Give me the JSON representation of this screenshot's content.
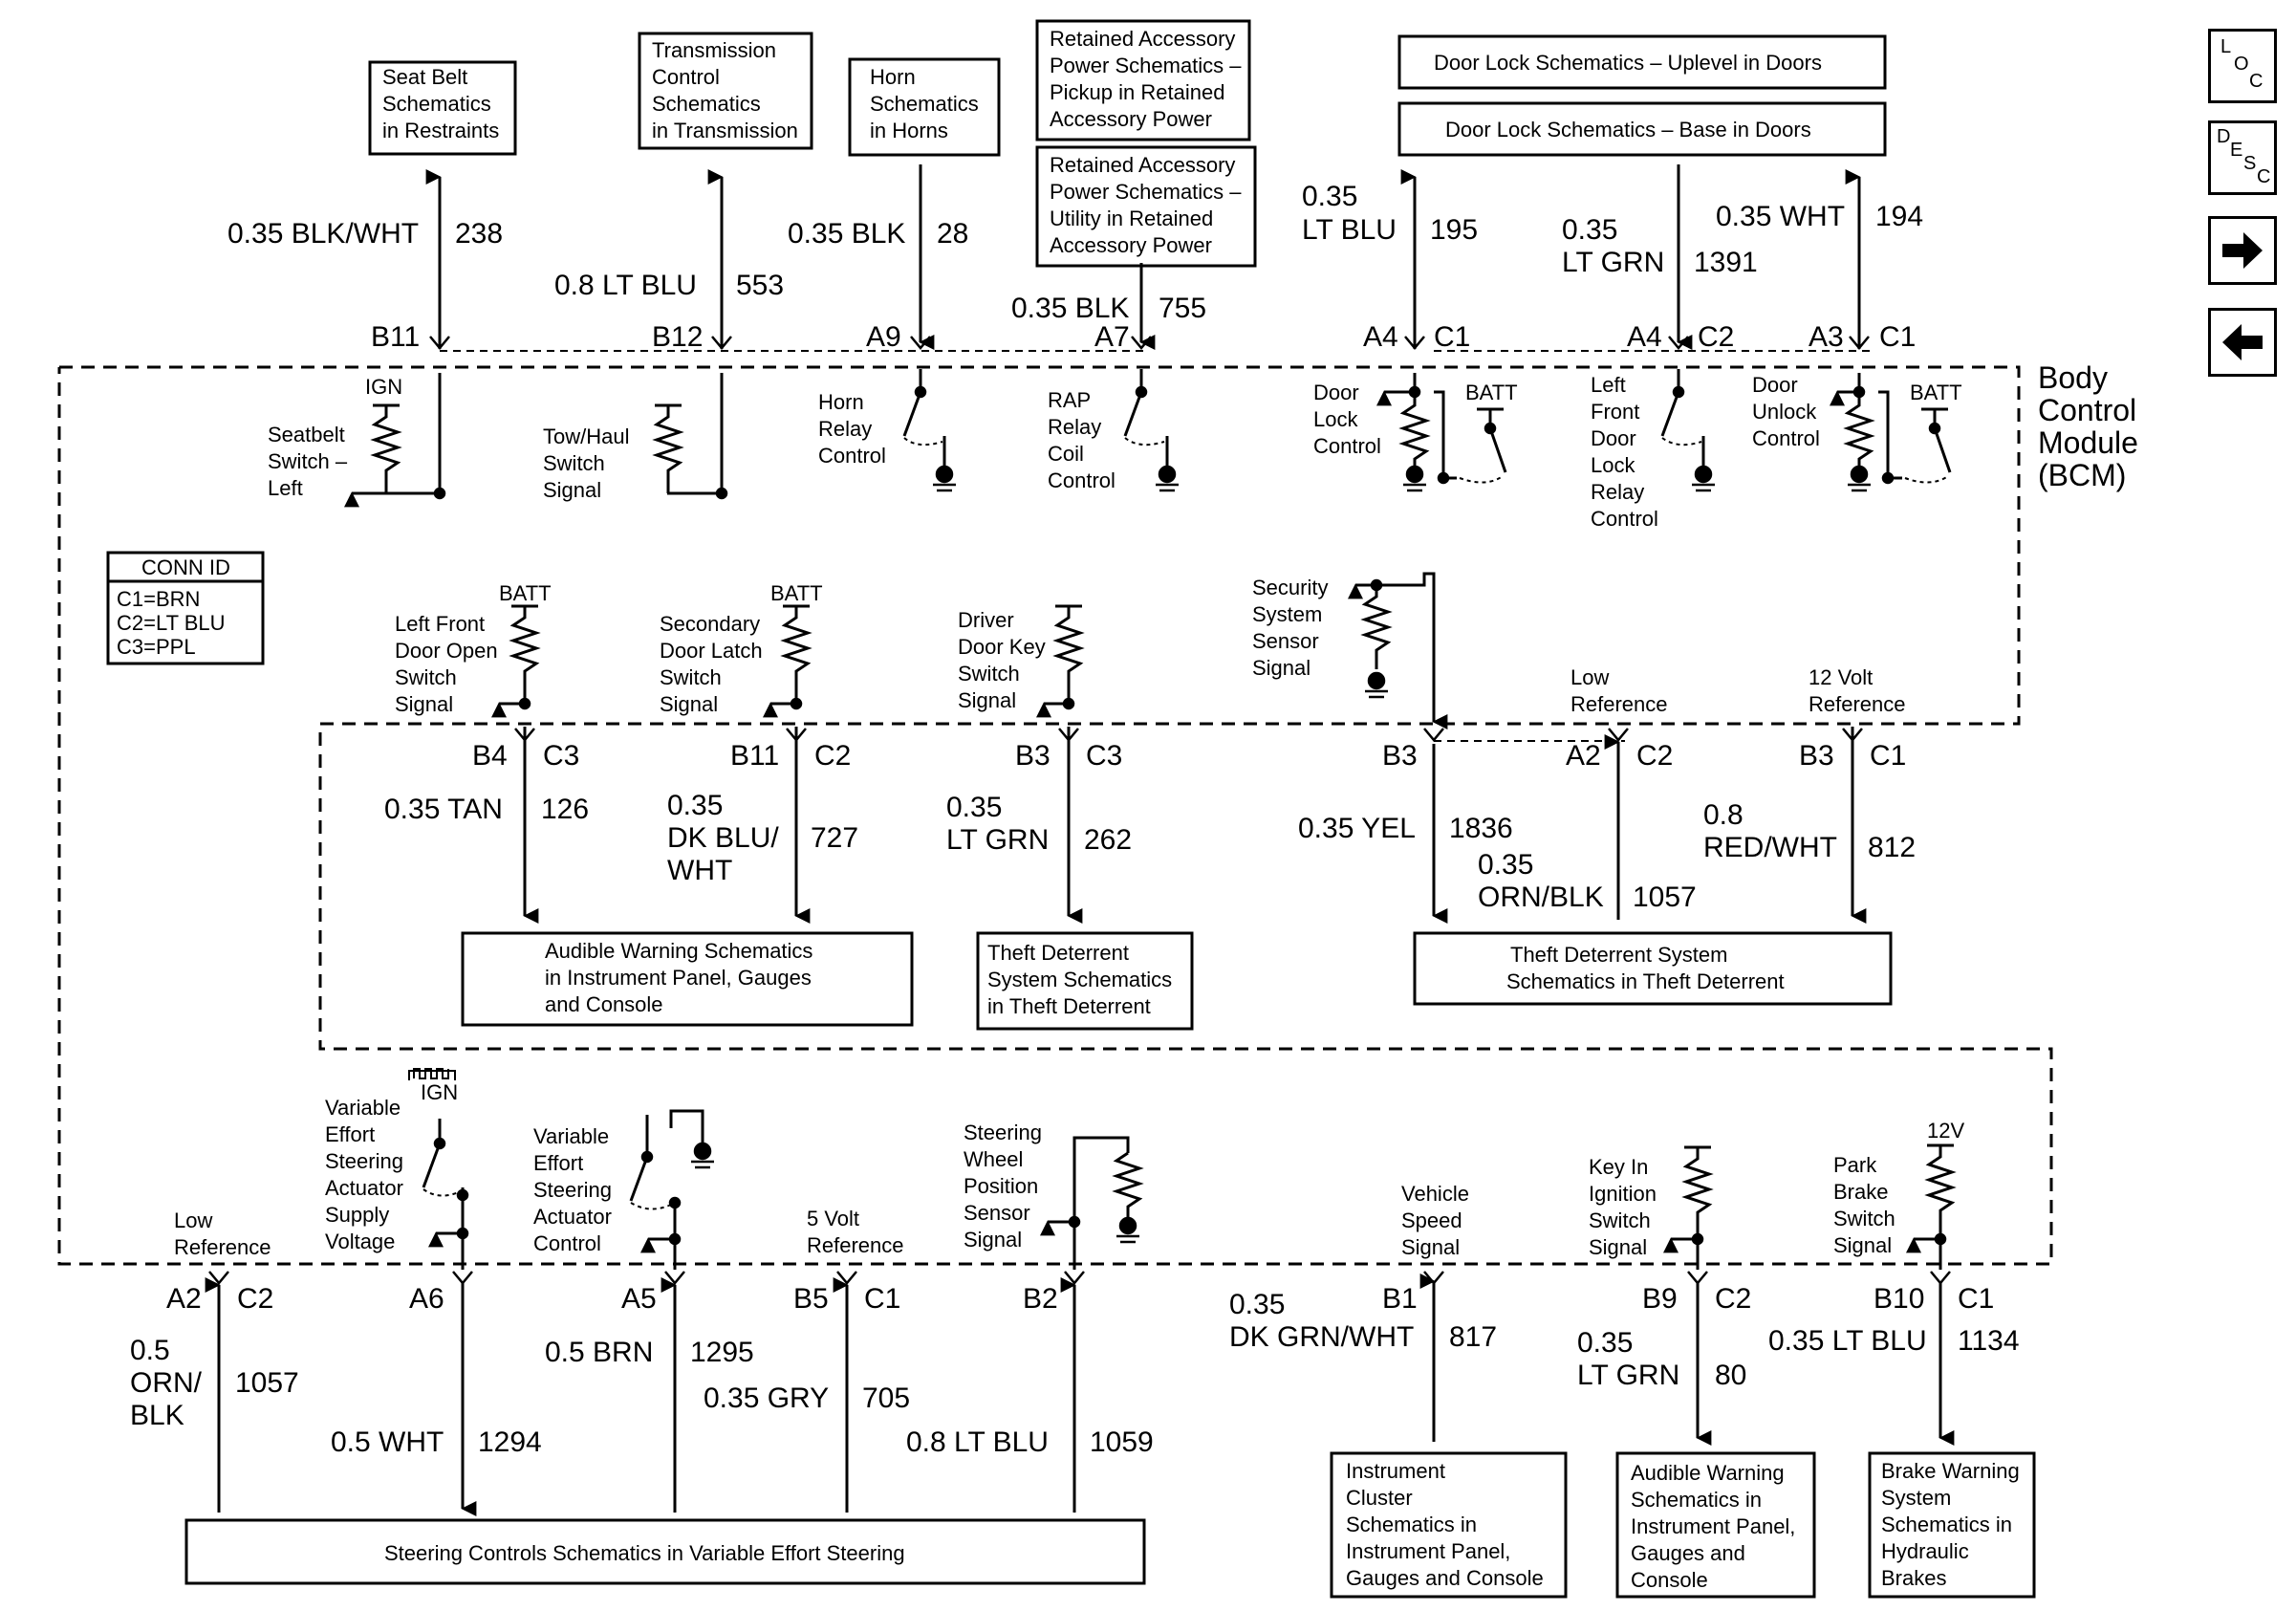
{
  "nav": {
    "loc": [
      "L",
      "O",
      "C"
    ],
    "desc": [
      "D",
      "E",
      "S",
      "C"
    ]
  },
  "module": {
    "name": [
      "Body",
      "Control",
      "Module",
      "(BCM)"
    ]
  },
  "conn_id": {
    "title": "CONN ID",
    "rows": [
      "C1=BRN",
      "C2=LT BLU",
      "C3=PPL"
    ]
  },
  "top_boxes": {
    "seat_belt": [
      "Seat Belt",
      "Schematics",
      "in Restraints"
    ],
    "transmission": [
      "Transmission",
      "Control",
      "Schematics",
      "in Transmission"
    ],
    "horn": [
      "Horn",
      "Schematics",
      "in Horns"
    ],
    "rap_pickup": [
      "Retained Accessory",
      "Power Schematics –",
      "Pickup in Retained",
      "Accessory Power"
    ],
    "rap_utility": [
      "Retained Accessory",
      "Power Schematics –",
      "Utility in Retained",
      "Accessory Power"
    ],
    "door_lock_uplevel": "Door Lock Schematics – Uplevel in Doors",
    "door_lock_base": "Door Lock Schematics – Base in Doors"
  },
  "top_wires": {
    "w238": {
      "gauge": "0.35 BLK/WHT",
      "circuit": "238",
      "pin": "B11"
    },
    "w553": {
      "gauge": "0.8 LT BLU",
      "circuit": "553",
      "pin": "B12"
    },
    "w28": {
      "gauge": "0.35 BLK",
      "circuit": "28",
      "pin": "A9"
    },
    "w755": {
      "gauge": "0.35 BLK",
      "circuit": "755",
      "pin": "A7"
    },
    "w195": {
      "gauge": [
        "0.35",
        "LT BLU"
      ],
      "circuit": "195",
      "pin": "A4",
      "conn": "C1"
    },
    "w1391": {
      "gauge": [
        "0.35",
        "LT GRN"
      ],
      "circuit": "1391",
      "pin": "A4",
      "conn": "C2"
    },
    "w194": {
      "gauge": "0.35 WHT",
      "circuit": "194",
      "pin": "A3",
      "conn": "C1"
    }
  },
  "top_components": {
    "ign": "IGN",
    "seatbelt": [
      "Seatbelt",
      "Switch –",
      "Left"
    ],
    "tow_haul": [
      "Tow/Haul",
      "Switch",
      "Signal"
    ],
    "horn_relay": [
      "Horn",
      "Relay",
      "Control"
    ],
    "rap_relay": [
      "RAP",
      "Relay",
      "Coil",
      "Control"
    ],
    "door_lock": [
      "Door",
      "Lock",
      "Control"
    ],
    "batt": "BATT",
    "left_front_lock": [
      "Left",
      "Front",
      "Door",
      "Lock",
      "Relay",
      "Control"
    ],
    "door_unlock": [
      "Door",
      "Unlock",
      "Control"
    ]
  },
  "mid_components": {
    "batt": "BATT",
    "lf_door_open": [
      "Left Front",
      "Door Open",
      "Switch",
      "Signal"
    ],
    "sec_door_latch": [
      "Secondary",
      "Door Latch",
      "Switch",
      "Signal"
    ],
    "driver_key": [
      "Driver",
      "Door Key",
      "Switch",
      "Signal"
    ],
    "security_sensor": [
      "Security",
      "System",
      "Sensor",
      "Signal"
    ],
    "low_ref": [
      "Low",
      "Reference"
    ],
    "twelve_volt_ref": [
      "12 Volt",
      "Reference"
    ]
  },
  "mid_wires": {
    "w126": {
      "gauge": "0.35 TAN",
      "circuit": "126",
      "pin": "B4",
      "conn": "C3"
    },
    "w727": {
      "gauge": [
        "0.35",
        "DK BLU/",
        "WHT"
      ],
      "circuit": "727",
      "pin": "B11",
      "conn": "C2"
    },
    "w262": {
      "gauge": [
        "0.35",
        "LT GRN"
      ],
      "circuit": "262",
      "pin": "B3",
      "conn": "C3"
    },
    "w1836": {
      "gauge": "0.35 YEL",
      "circuit": "1836",
      "pin": "B3"
    },
    "w1057": {
      "gauge": [
        "0.35",
        "ORN/BLK"
      ],
      "circuit": "1057",
      "pin": "A2",
      "conn": "C2"
    },
    "w812": {
      "gauge": [
        "0.8",
        "RED/WHT"
      ],
      "circuit": "812",
      "pin": "B3",
      "conn": "C1"
    }
  },
  "mid_boxes": {
    "audible": [
      "Audible Warning Schematics",
      "in Instrument Panel, Gauges",
      "and Console"
    ],
    "theft1": [
      "Theft Deterrent",
      "System Schematics",
      "in Theft Deterrent"
    ],
    "theft2": [
      "Theft Deterrent System",
      "Schematics in Theft Deterrent"
    ]
  },
  "bot_components": {
    "ign": "IGN",
    "twelve_v": "12V",
    "low_ref": [
      "Low",
      "Reference"
    ],
    "ves_supply": [
      "Variable",
      "Effort",
      "Steering",
      "Actuator",
      "Supply",
      "Voltage"
    ],
    "ves_control": [
      "Variable",
      "Effort",
      "Steering",
      "Actuator",
      "Control"
    ],
    "five_volt_ref": [
      "5 Volt",
      "Reference"
    ],
    "steering_pos": [
      "Steering",
      "Wheel",
      "Position",
      "Sensor",
      "Signal"
    ],
    "vehicle_speed": [
      "Vehicle",
      "Speed",
      "Signal"
    ],
    "key_in": [
      "Key In",
      "Ignition",
      "Switch",
      "Signal"
    ],
    "park_brake": [
      "Park",
      "Brake",
      "Switch",
      "Signal"
    ]
  },
  "bot_wires": {
    "w1057": {
      "gauge": [
        "0.5",
        "ORN/",
        "BLK"
      ],
      "circuit": "1057",
      "pin": "A2",
      "conn": "C2"
    },
    "w1294": {
      "gauge": "0.5 WHT",
      "circuit": "1294",
      "pin": "A6"
    },
    "w1295": {
      "gauge": "0.5 BRN",
      "circuit": "1295",
      "pin": "A5"
    },
    "w705": {
      "gauge": "0.35 GRY",
      "circuit": "705",
      "pin": "B5",
      "conn": "C1"
    },
    "w1059": {
      "gauge": "0.8 LT BLU",
      "circuit": "1059",
      "pin": "B2"
    },
    "w817": {
      "gauge": [
        "0.35",
        "DK GRN/WHT"
      ],
      "circuit": "817",
      "pin": "B1"
    },
    "w80": {
      "gauge": [
        "0.35",
        "LT GRN"
      ],
      "circuit": "80",
      "pin": "B9",
      "conn": "C2"
    },
    "w1134": {
      "gauge": "0.35 LT BLU",
      "circuit": "1134",
      "pin": "B10",
      "conn": "C1"
    }
  },
  "bot_boxes": {
    "steering": "Steering Controls Schematics in Variable Effort Steering",
    "cluster": [
      "Instrument",
      "Cluster",
      "Schematics in",
      "Instrument Panel,",
      "Gauges and Console"
    ],
    "audible": [
      "Audible Warning",
      "Schematics in",
      "Instrument Panel,",
      "Gauges and",
      "Console"
    ],
    "brake": [
      "Brake Warning",
      "System",
      "Schematics in",
      "Hydraulic",
      "Brakes"
    ]
  }
}
